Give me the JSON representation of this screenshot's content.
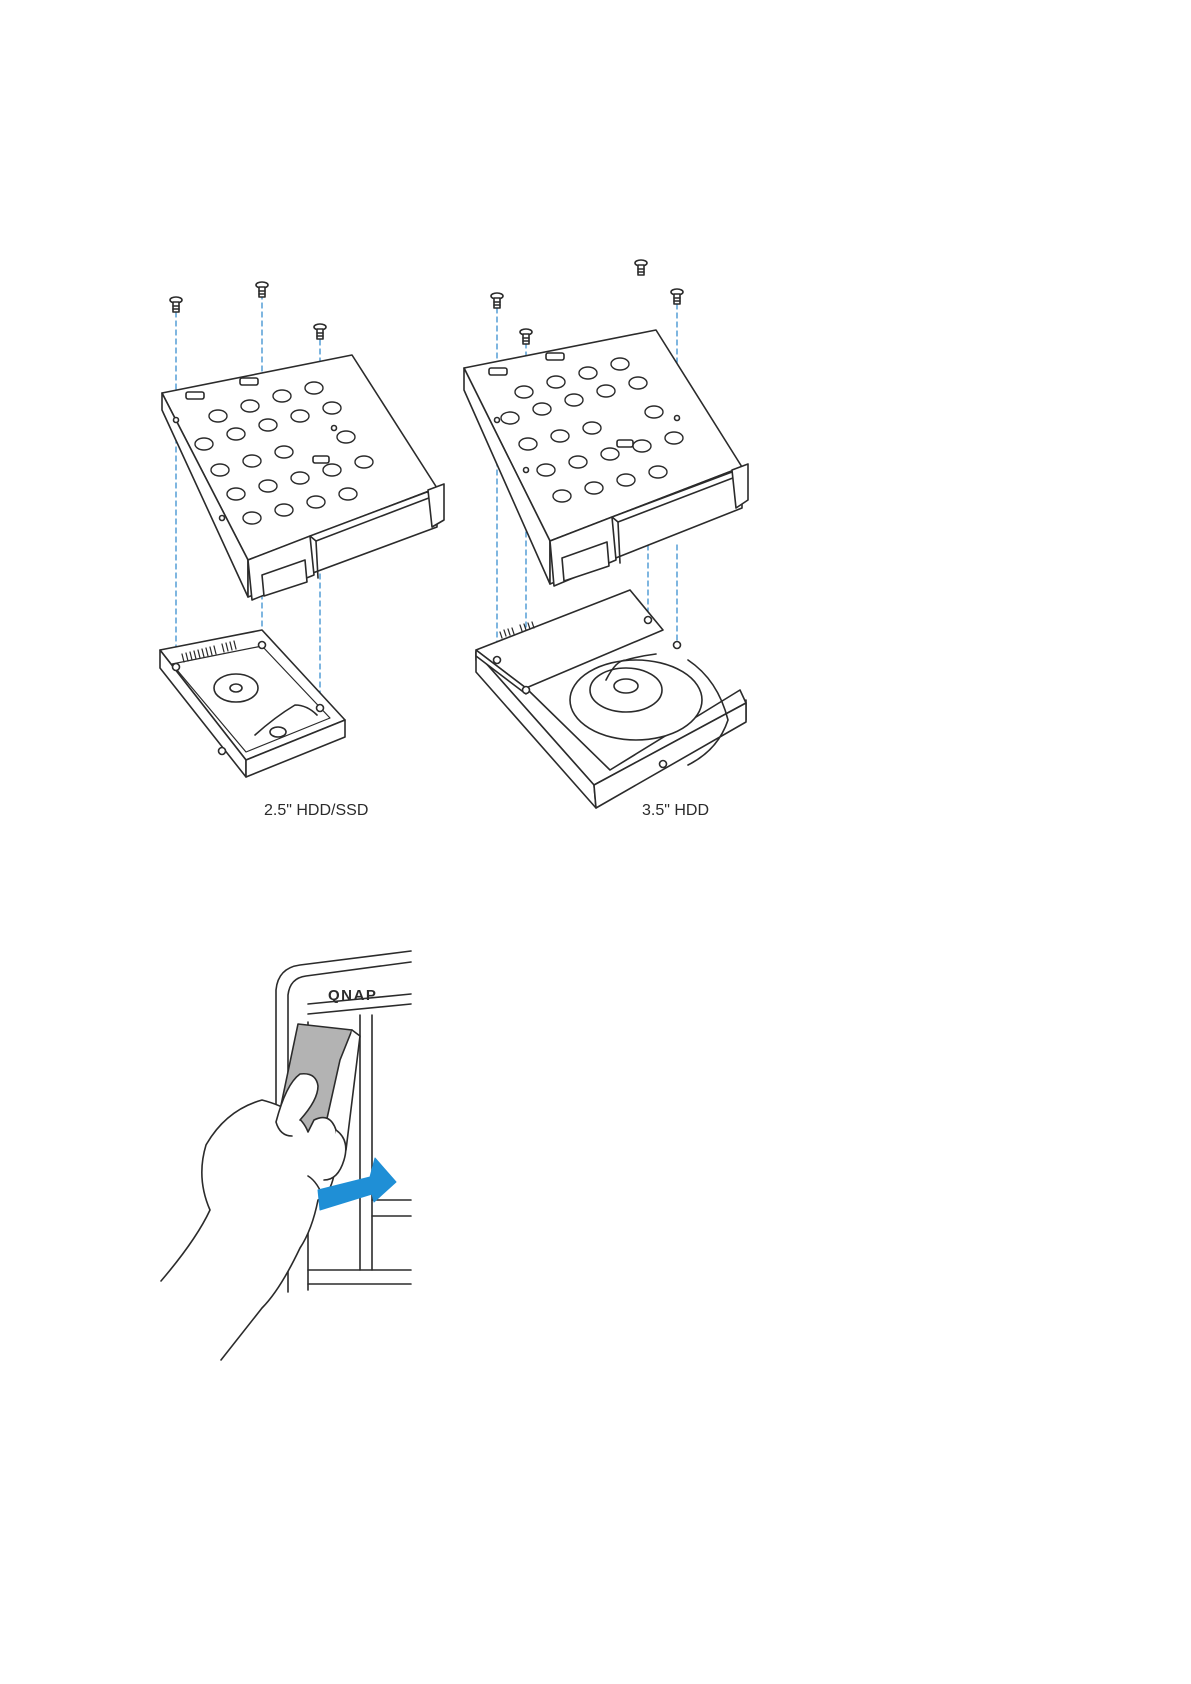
{
  "figures": {
    "tray_install": {
      "label_25": "2.5\" HDD/SSD",
      "label_35": "3.5\" HDD"
    },
    "tray_insert": {
      "brand": "QNAP"
    }
  },
  "colors": {
    "line": "#2b2b2b",
    "guide": "#3a8fd0",
    "arrow": "#1f8fd6",
    "tray_handle": "#b3b3b3"
  },
  "icons": [
    "screw-icon",
    "insert-arrow-icon"
  ]
}
